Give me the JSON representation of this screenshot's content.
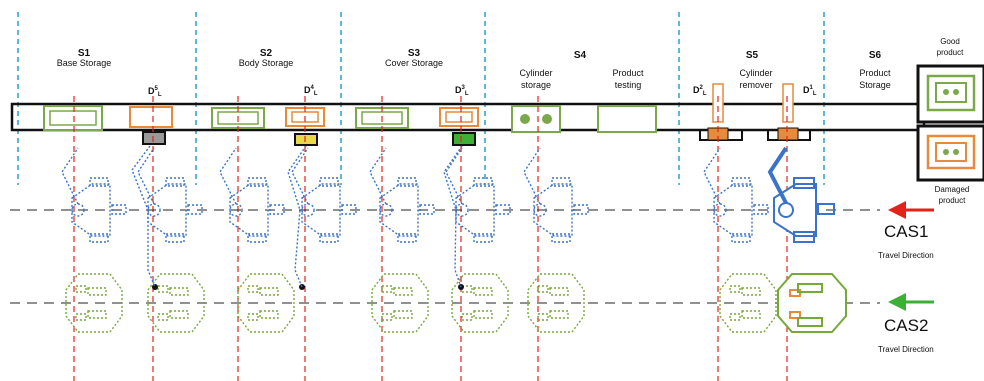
{
  "stations": [
    {
      "id": "S1",
      "name": "Base Storage"
    },
    {
      "id": "S2",
      "name": "Body Storage"
    },
    {
      "id": "S3",
      "name": "Cover Storage"
    },
    {
      "id": "S4",
      "name": ""
    },
    {
      "id": "S5",
      "name": ""
    },
    {
      "id": "S6",
      "name": "Product Storage"
    }
  ],
  "sublabels": {
    "cylinder_storage": "Cylinder storage",
    "product_testing": "Product testing",
    "cylinder_remover": "Cylinder remover"
  },
  "detectors": [
    {
      "base": "D",
      "sup": "5",
      "sub": "L"
    },
    {
      "base": "D",
      "sup": "4",
      "sub": "L"
    },
    {
      "base": "D",
      "sup": "3",
      "sub": "L"
    },
    {
      "base": "D",
      "sup": "2",
      "sub": "L"
    },
    {
      "base": "D",
      "sup": "1",
      "sub": "L"
    }
  ],
  "outputs": {
    "good": "Good product",
    "damaged": "Damaged product"
  },
  "carriers": [
    {
      "name": "CAS1",
      "caption": "Travel Direction",
      "color": "#e2231a"
    },
    {
      "name": "CAS2",
      "caption": "Travel Direction",
      "color": "#3cb035"
    }
  ],
  "colors": {
    "cas1_robot": "#3a73c9",
    "cas2_robot": "#77a83a",
    "container_green": "#7aa84a",
    "container_orange": "#e68a3c",
    "divider": "#2aa0d0",
    "guide_line": "#e2231a"
  }
}
